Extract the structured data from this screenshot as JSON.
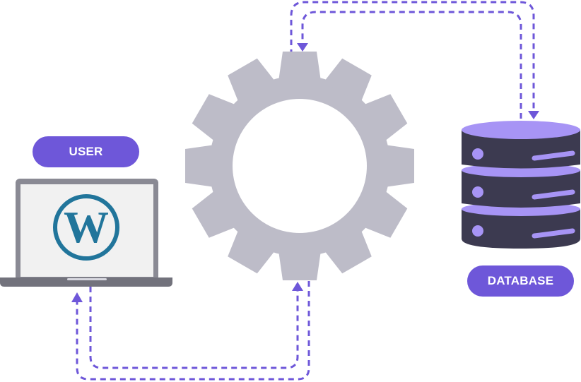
{
  "labels": {
    "user": "USER",
    "database": "DATABASE"
  },
  "icons": {
    "laptop": "laptop-icon",
    "wordpress": "wordpress-logo-icon",
    "gear": "gear-icon",
    "database": "database-icon"
  },
  "colors": {
    "accent": "#6e57d9",
    "dash": "#6e57d9",
    "gear": "#bdbcc8",
    "laptop_frame": "#8a8a94",
    "laptop_base": "#72727c",
    "screen": "#f1f1f1",
    "wordpress": "#21759b",
    "db_dark": "#3c3a50",
    "db_light": "#a794f5"
  },
  "flows": [
    {
      "from": "user",
      "to": "gear"
    },
    {
      "from": "gear",
      "to": "user"
    },
    {
      "from": "gear",
      "to": "database"
    },
    {
      "from": "database",
      "to": "gear"
    }
  ]
}
